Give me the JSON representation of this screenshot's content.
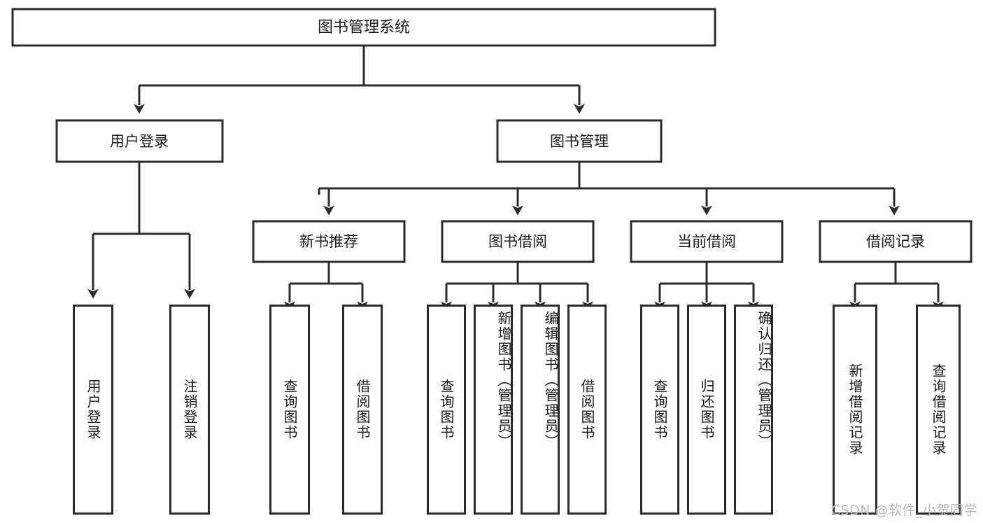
{
  "diagram": {
    "type": "tree-hierarchy",
    "title": "图书管理系统",
    "watermark": "CSDN @软件_小贺同学",
    "colors": {
      "stroke": "#2b2b2b",
      "fill": "#ffffff",
      "text": "#1a1a1a",
      "watermark": "#b9b9b9"
    },
    "root": {
      "label": "图书管理系统"
    },
    "level2": [
      {
        "label": "用户登录"
      },
      {
        "label": "图书管理"
      }
    ],
    "level3": [
      {
        "label": "新书推荐"
      },
      {
        "label": "图书借阅"
      },
      {
        "label": "当前借阅"
      },
      {
        "label": "借阅记录"
      }
    ],
    "leaves": {
      "user_login": [
        {
          "label": "用户登录"
        },
        {
          "label": "注销登录"
        }
      ],
      "new_book": [
        {
          "label": "查询图书"
        },
        {
          "label": "借阅图书"
        }
      ],
      "book_borrow": [
        {
          "label": "查询图书"
        },
        {
          "label": "新增图书（管理员）"
        },
        {
          "label": "编辑图书（管理员）"
        },
        {
          "label": "借阅图书"
        }
      ],
      "current_borrow": [
        {
          "label": "查询图书"
        },
        {
          "label": "归还图书"
        },
        {
          "label": "确认归还（管理员）"
        }
      ],
      "borrow_record": [
        {
          "label": "新增借阅记录"
        },
        {
          "label": "查询借阅记录"
        }
      ]
    }
  }
}
